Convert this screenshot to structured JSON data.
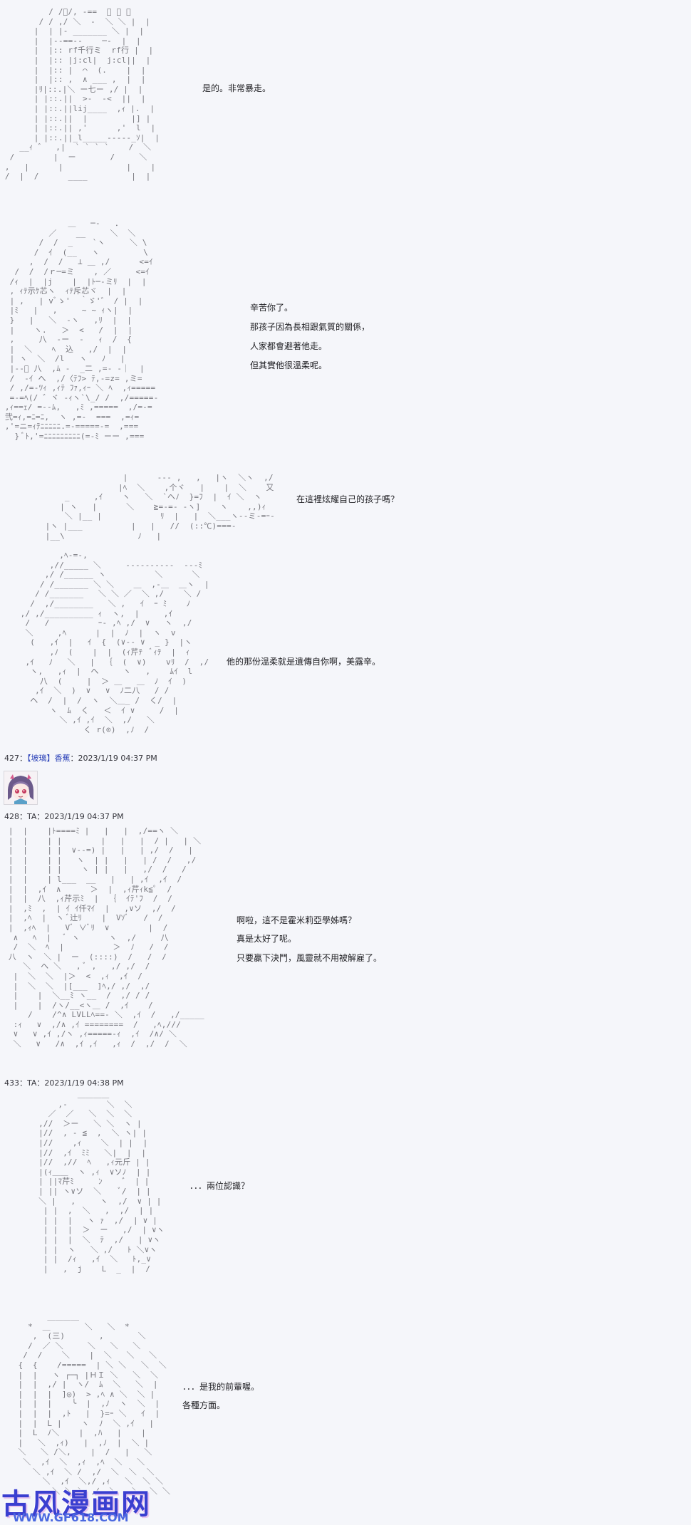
{
  "dialogue": {
    "p1": [
      "是的。非常暴走。"
    ],
    "p2": [
      "辛苦你了。",
      "那孩子因為長相跟氣質的關係，",
      "人家都會避著他走。",
      "但其實他很溫柔呢。"
    ],
    "p3": [
      "在這裡炫耀自己的孩子嗎？"
    ],
    "p4": [
      "他的那份溫柔就是遺傳自你啊，美露辛。"
    ],
    "p5": [
      "啊啦，這不是霍米莉亞學姊嗎？",
      "真是太好了呢。",
      "只要贏下決鬥，風靈就不用被解雇了。"
    ],
    "p6": [
      "．．．兩位認識？"
    ],
    "p7": [
      "．．．是我的前輩喔。",
      "各種方面。"
    ]
  },
  "posts": [
    {
      "number": "427",
      "separator": "：",
      "author": "【坡璃】香蕉",
      "timestamp": "2023/1/19 04:37 PM"
    },
    {
      "number": "428",
      "separator": "：",
      "author": "TA",
      "timestamp": "2023/1/19 04:37 PM"
    },
    {
      "number": "433",
      "separator": "：",
      "author": "TA",
      "timestamp": "2023/1/19 04:38 PM"
    }
  ],
  "aa": {
    "a1": "          / /ﾞ/, -==  ＼ ＼ ＼\n        / / ,/ ＼  -  ＼ ＼ |  |\n       |  | |- _______ ＼ |  |\n       |  |--==--    ─-  |  |\n       |  |:: rf千行ミ  rf行 |  |\n       |  |:: |j:cl|  j:cl||  |\n       |  |:: |  ⌒  (.    |  |\n       |  |:: ,  ∧ ___ ,  |  |\n       |ﾘ|::.|＼ ー七ー ,/ |  |\n       | |::.||  >-  -<  ||  |\n       | |::.||lij____  ,ｨ |.  |\n       | |::.||  |         |] |\n       | |::.|| ,'      ,'  l  |\n       | |::.||_l_____-----_ｿ|  |\n    __ｨ ゛  ,|  ` ` ` `    /  ＼\n  /        |  ー       /     ＼\n ,   |      |             |    |\n /  |  /      ____         |  |",
    "a2": "              ＿   ─-   ．\n          ／    __     ＼  ＼\n        /  /  _    `ヽ     ＼ \\\n       /  ｲ  (__   ヽ         \\\n      ,  /  /   ⊥ ＿ ,/      <=ｲ\n   /  /  /ｒ─=ミ    , ／     <=ｲ\n  /ｨ  |  |j    |  |ﾄ─-ミﾘ  |  |\n  , ｨﾃ示ｹ芯ヽ  ｨﾃ斥芯ヾ  |  |\n  | ,   | vﾞゝ'  ｀ゞ'゛ / |  |\n  |ﾐ   |   ,     ~ ~ ｨヽ|  |\n  }   |   ＼  -ヽ   ,ﾘ  |  |\n  |    ヽ.   ＞  <   /  |  |\n  ,     八  -ー  -   ｨ  /  {\n  |  ＼    ﾍ  込   ,/  |  |\n  | ヽ  ＼  /l   ヽ   ﾉ   |\n  |--ﾞ 八  ,ﾑ -  _二 ,=- -｜  |\n  /  -ｲ へ  ,/〈ﾃﾌ> ﾃ,-=z= ,ミ=\n  / ,/=-ﾂｨ ,ｨﾃ ﾌｧ,ｨｰ ＼ ﾍ  ,ｨ=====\n  =-=ﾍ(/ ゛ヾ -ｨヽ`\\_/ /  ,/=====-\n ,ｨ==ｪ/ =--ﾑ,   ,ﾐ ,=====  ,/=-=\n 弐=ｨ,=ﾆ=ﾆ,  ヽ ,=-  ===  ,=ｨ=\n ,'=ニ=ｨﾃﾆﾆﾆﾆﾆ.=-=====-=  ,===\n   } ﾞﾄ,'=ﾆﾆﾆﾆﾆﾆﾆﾆﾆ(=-ﾐ ーー ,===",
    "a3": "                  |      --- ,   ,   |ヽ  ＼ヽ  ,/\n                 |ﾍ  ＼    ,个ヾ   |    |  ＼    又\n      _     ,ｲ    ヽ   ＼  `ヘﾉ  }=ﾌ  |  ｲ ＼  ヽ\n     | ヽ   |      ＼    ≧=-=- -ヽ]    ヽ    ,,)ｨ\n      ＼ |__ |            ﾘ  |   |  ＼___ヽ--ミ-=ｰ-\n  |ヽ |___          |   |   //  (::℃)===-\n  |__\\               ﾉ   |",
    "a4": "          ,ﾍ-=-,\n        ,//_____ ＼     ----------  ---ﾐ\n       ,/ /______ ヽ          ＼      ＼\n      / /_______ ＼ ＼    ＿  ,-＿  ＿ヽ  |\n     / /_______   ＼ ＼ ／  ＼ ,/    ＼ /\n    /  ,/________   ＼ ,   ｲ  ｰ ﾐ    ﾉ\n  ,/ ,/__________ ｨ  ヽ,  |     ,ｲ\n   /   /          ｰ- ,ﾍ ,/  ∨   ヽ  ,/\n   ＼     ,ﾍ      |  |  ﾉ  |  ヽ  v\n    (   ,ｲ  |   ｲ  {  (∨-- ∨  _ }  |ヽ\n        ,ﾉ  (    |  |  (ｨ芹ﾃ  ﾞｨﾃ  |  ｨ\n   ,ｲ   ﾉ   ＼   |  ｛  (  ∨)    vﾘ  /  ,/\n    ヽ,   ,ｨ  |  ヘ     ヽ   ,    ﾑｲ  l\n      八  (     |  ＞ ＿   ＿  ﾉ  ｲ  )\n     ,ｲ  ＼  )  ∨   ∨  ﾉ二八   / /\n    ヘ  /  |  /  ヽ  ＼＿_ /  く/  |\n        ヽ  ﾑ  く   ＜  ｲ ∨     /  |\n          ＼ ,ｲ ,ｲ  ＼  ,/   ＼\n               く r(⊙)  ,ﾉ  /",
    "a5": " |  |    |ﾄ====ﾐ |   |   |  ,/==ヽ ＼\n |  |    | |        |   |   |  / |   | ＼\n |  |    | |  ∨--=) |   |   | ,/  /   |\n |  |    | |   ヽ  | |   |   | /  /   ,/\n |  |    | |    ヽ | |   |   ,/  /   /\n |  |    | l___  __   |   | ,ｲ  ,ｲ  /\n |  |  ,ｲ  ∧      ＞  |  ,ｨ芹ｨk≦ﾟ  /\n |  |  八  ,ｨ芹示ﾐ  |  ｛  ｲﾃ'ﾌ  /  /\n |  ,ﾐ  ,  | ｲ ｲ仟ﾏｲ  |   ,∨ソ  ,/  /\n |  ,ﾍ  |  ヽ ﾞ辻ﾘ    |  Vｿﾞ   /  /\n |  ,ｨﾍ  |   Vﾞ ∨ﾞﾘ  ∨        |  /\n  ∧   ﾍ  |   ﾞ ヽ      ヽ  ,/     八\n  /  ＼  ﾍ  |          ＞  ﾉ   /  /\n 八  ヽ  ＼ |  ー  (::::)  /   /  /\n    ＼  ヘ ＼   , ﾞ ,   ,/ ,/  /\n  |  ＼  ＼  |＞  <  ,ｨ  ,ｲ  /\n  |  ＼  ＼  |[___  ]ﾍ,/ ,/  ,/\n  |    |  ＼__ﾐ ヽ__  /  ,/ / /\n  |    |  /ヽ/__<ヽ＿ /  ,ｲ    /\n     /    /^∧ LVLLﾍ==- ＼  ,ｲ  /   ,/_____\n  :ｨ   ∨  ,/∧ ,ｲ ========  /   ,ﾍ,///\n  ∨   ∨ ,ｲ ,/ヽ ,ｨ=====-ｨ  ,ｲ  /∧/ ＼\n  ＼   ∨   /∧  ,ｲ ,ｲ   ,ｨ  /  ,/  /  ＼",
    "a6": "             ＿＿＿＿\n         ,-        ＼  ＼\n       ／  ／   ＼  ＼  ＼\n     ,//  ＞ー   ＼ ＼  ヽ |\n     |//  , - ≦  ,  ＼ ヽ| |\n     |//    ,ｨ    ＼  | |  |\n     |//  ,ｲ  ﾐﾐ   ＼|  |  |\n     |//  ,//  ﾍ   ,ｨ元斤 | |\n     |(ｨ＿＿  ヽ ,ｨ  ∨ソﾉ  | |\n     | ||ﾏ芹ﾐ     ﾝ    ゛ | |\n     | || ヽ∨ソ  ＼    ﾞ/  | |\n     ＼ |   ,     ヽ  ,/  ∨ | |\n      | |  ,  ＼   ,  ,/  | |\n      | |  |   ヽ ｧ  ,/  | ∨ |\n      | |  |  ＞  ー   ,/  | ∨ヽ\n      | |  |  ＼  ﾃ  ,/   | ∨ヽ\n      | |  ヽ   ＼ ,/   ﾄ ＼∨ヽ\n      | |  /ｨ   ,ｲ  ＼   ﾄ,_∨\n      |   ,  j    L  _  |  /",
    "a7": "         ＿＿＿＿\n     *  ＿       ＼   ＼  *\n      ,  (三)       ,       ＼\n     /  ／ ＼     ＼   ＼   ＼\n    /  /    ＼    |  ＼   ＼   ＼\n   {  {    /=====  | ＼ ＼   ＼  ＼\n   |  |   ヽ ┌─┐ |ＨＩ ＼   ＼  ＼\n   |  |  ,/ |  ヽ/  ﾑ  ＼   ＼  |\n   |  |  |  ]◎)  > ,ﾍ ∧ ＼  ＼ |\n   |  |  |    ╰  |  ,ﾉ  ヽ  ＼  |\n   |  |  |  ,ﾄ   |  }=ｰ ＼   ｲ  |\n   |  |  L |    ヽ  ﾉ  ＼ ,ｲ   |\n   |  L  ﾉ＼    |  ,ﾊ   |    |\n   |   ＼  ,ｨ)   |  ,ﾉ  |  ＼ |\n   ＼   ＼ /＼,    |  /   |   ＼\n    ＼  ,ｲ  ＼  ,ｨ  ,ﾍ  ＼   ＼\n      ＼ ,ｲ  ＼ /  ,/  ＼  ＼  ＼\n        ＼  ,ｲ  ＼,/ ,ｨ   ＼  ＼ ＼\n          ＼ ＼ ＼ ,ｲ  ＼   ＼  ＼ ＼"
  },
  "watermark": {
    "title": "古风漫画网",
    "url": "WWW.GF618.COM"
  },
  "avatar": {
    "name": "avatar-image"
  },
  "colors": {
    "background": "#f5f6fa",
    "ascii_art": "#77777d",
    "text": "#1e1e22",
    "author_link": "#2a40b8",
    "watermark_title": "#3a3fd0",
    "watermark_url": "#4a68e0"
  }
}
